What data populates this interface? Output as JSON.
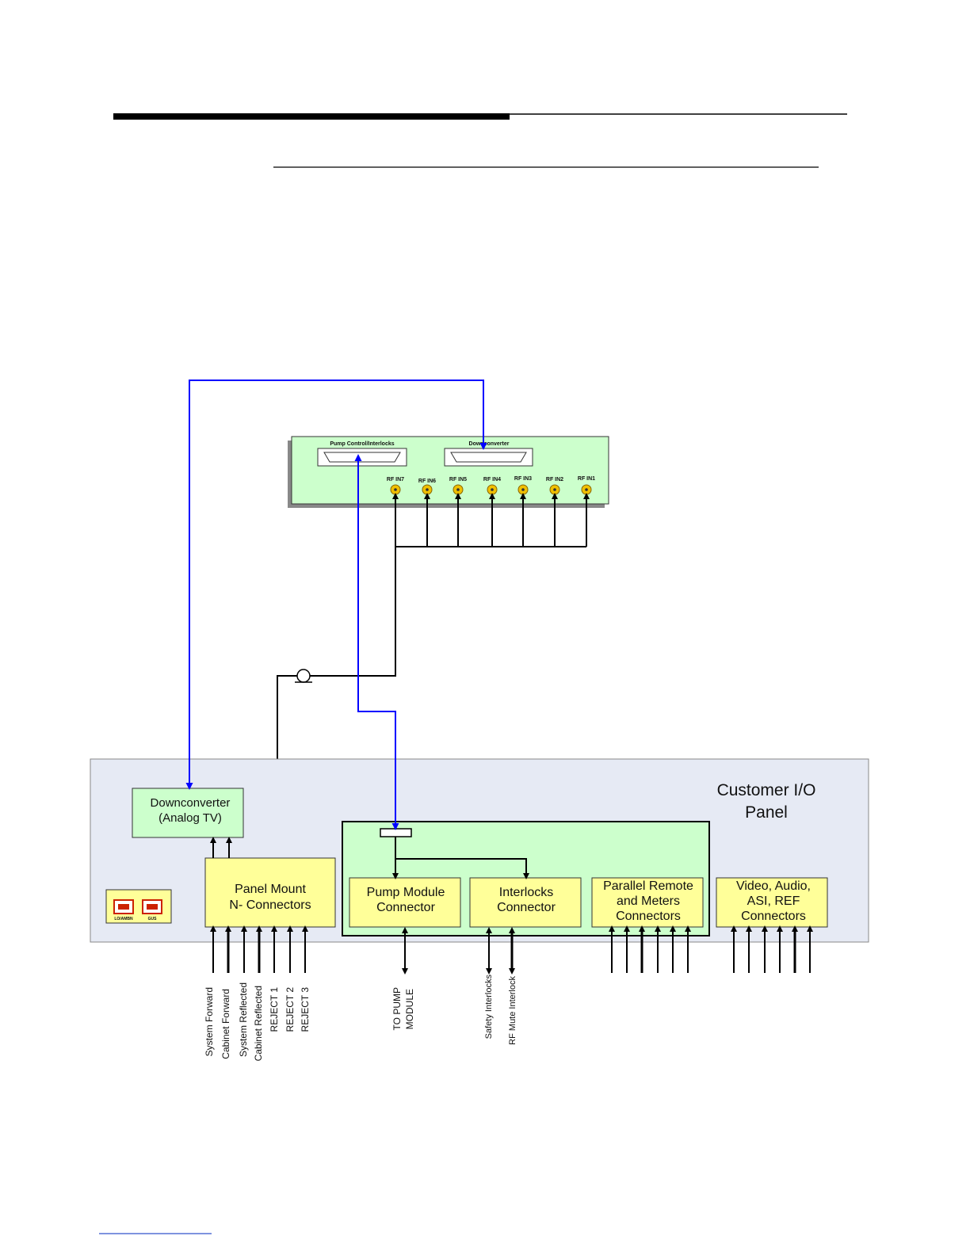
{
  "colors": {
    "panel_fill": "#e6eaf4",
    "green_fill": "#ccffcc",
    "yellow_fill": "#ffff99",
    "signal_line": "#0000ff",
    "connector_gold": "#f0c000"
  },
  "board": {
    "pump_header_label": "Pump Control/Interlocks",
    "downconverter_header_label": "Downconverter",
    "rf_inputs": [
      "RF IN7",
      "RF IN6",
      "RF IN5",
      "RF IN4",
      "RF IN3",
      "RF IN2",
      "RF IN1"
    ]
  },
  "panel": {
    "title_line1": "Customer I/O",
    "title_line2": "Panel",
    "downconverter_line1": "Downconverter",
    "downconverter_line2": "(Analog TV)",
    "n_connectors_line1": "Panel Mount",
    "n_connectors_line2": "N- Connectors",
    "pump_connector_line1": "Pump Module",
    "pump_connector_line2": "Connector",
    "interlocks_line1": "Interlocks",
    "interlocks_line2": "Connector",
    "parallel_line1": "Parallel Remote",
    "parallel_line2": "and Meters",
    "parallel_line3": "Connectors",
    "video_line1": "Video, Audio,",
    "video_line2": "ASI, REF",
    "video_line3": "Connectors",
    "port_left": "LO/AMBN",
    "port_right": "GUS"
  },
  "signals": {
    "n_connector_inputs": [
      "System Forward",
      "Cabinet Forward",
      "System Reflected",
      "Cabinet Reflected",
      "REJECT 1",
      "REJECT 2",
      "REJECT 3"
    ],
    "pump_output_line1": "TO PUMP",
    "pump_output_line2": "MODULE",
    "interlock_inputs": [
      "Safety Interlocks",
      "RF Mute Interlock"
    ]
  }
}
